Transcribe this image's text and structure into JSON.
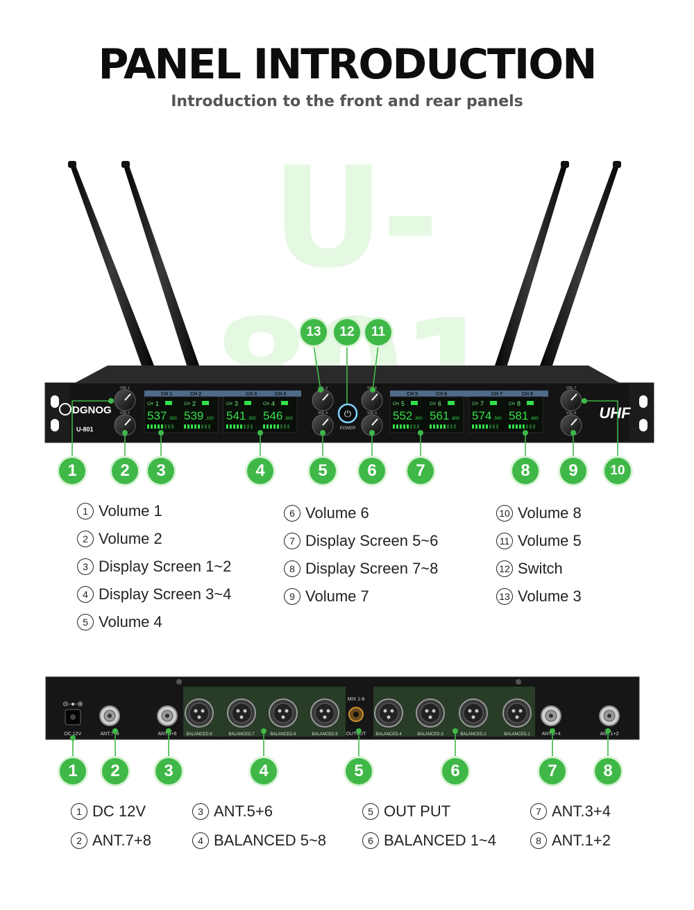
{
  "header": {
    "title": "PANEL INTRODUCTION",
    "subtitle": "Introduction to the front and rear panels"
  },
  "watermark": "U-801",
  "device": {
    "brand": "DGNOG",
    "model": "U-801",
    "badge": "UHF",
    "power_label": "POWER",
    "screen_headers": [
      "CH 1",
      "CH 2",
      "CH 3",
      "CH 4",
      "CH 5",
      "CH 6",
      "CH 7",
      "CH 8"
    ],
    "screens": [
      {
        "ch_a": "1",
        "ch_b": "2",
        "freq_a": "537",
        "dec_a": ".500",
        "freq_b": "539",
        "dec_b": ".100"
      },
      {
        "ch_a": "3",
        "ch_b": "4",
        "freq_a": "541",
        "dec_a": ".500",
        "freq_b": "546",
        "dec_b": ".500"
      },
      {
        "ch_a": "5",
        "ch_b": "6",
        "freq_a": "552",
        "dec_a": ".900",
        "freq_b": "561",
        "dec_b": ".800"
      },
      {
        "ch_a": "7",
        "ch_b": "8",
        "freq_a": "574",
        "dec_a": ".500",
        "freq_b": "581",
        "dec_b": ".600"
      }
    ],
    "knob_labels": [
      "VOL 1",
      "VOL 2",
      "VOL 3",
      "VOL 4",
      "VOL 5",
      "VOL 6",
      "VOL 7",
      "VOL 8"
    ],
    "rear_labels": {
      "dc": "DC 12V",
      "ant78": "ANT.7+8",
      "ant56": "ANT.5+6",
      "mix": "MIX 1-8",
      "output": "OUTPUT",
      "ant34": "ANT.3+4",
      "ant12": "ANT.1+2",
      "balanced": [
        "BALANCED.8",
        "BALANCED.7",
        "BALANCED.6",
        "BALANCED.5",
        "BALANCED.4",
        "BALANCED.3",
        "BALANCED.2",
        "BALANCED.1"
      ]
    }
  },
  "front_callouts": [
    "1",
    "2",
    "3",
    "4",
    "5",
    "6",
    "7",
    "8",
    "9",
    "10",
    "11",
    "12",
    "13"
  ],
  "rear_callouts": [
    "1",
    "2",
    "3",
    "4",
    "5",
    "6",
    "7",
    "8"
  ],
  "front_legend": [
    {
      "num": "1",
      "label": "Volume 1"
    },
    {
      "num": "2",
      "label": "Volume 2"
    },
    {
      "num": "3",
      "label": "Display Screen 1~2"
    },
    {
      "num": "4",
      "label": "Display Screen 3~4"
    },
    {
      "num": "5",
      "label": "Volume 4"
    },
    {
      "num": "6",
      "label": "Volume 6"
    },
    {
      "num": "7",
      "label": "Display Screen 5~6"
    },
    {
      "num": "8",
      "label": "Display Screen 7~8"
    },
    {
      "num": "9",
      "label": "Volume 7"
    },
    {
      "num": "10",
      "label": "Volume 8"
    },
    {
      "num": "11",
      "label": "Volume 5"
    },
    {
      "num": "12",
      "label": "Switch"
    },
    {
      "num": "13",
      "label": "Volume 3"
    }
  ],
  "rear_legend": [
    {
      "num": "1",
      "label": "DC 12V"
    },
    {
      "num": "2",
      "label": "ANT.7+8"
    },
    {
      "num": "3",
      "label": "ANT.5+6"
    },
    {
      "num": "4",
      "label": "BALANCED 5~8"
    },
    {
      "num": "5",
      "label": "OUT PUT"
    },
    {
      "num": "6",
      "label": "BALANCED 1~4"
    },
    {
      "num": "7",
      "label": "ANT.3+4"
    },
    {
      "num": "8",
      "label": "ANT.1+2"
    }
  ],
  "colors": {
    "accent": "#3fb847",
    "panel": "#151515",
    "lcd": "#34e04a"
  }
}
